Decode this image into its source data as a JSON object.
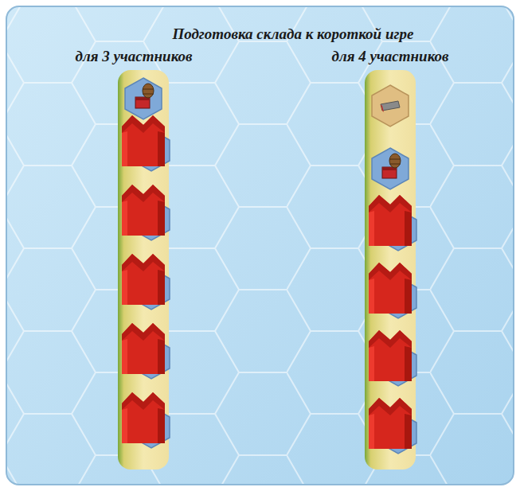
{
  "diagram": {
    "title": "Подготовка склада к короткой игре",
    "labels": [
      "для 3 участников",
      "для 4 участников"
    ]
  }
}
